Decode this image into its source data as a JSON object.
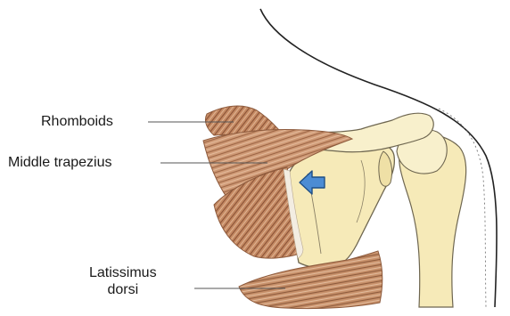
{
  "labels": {
    "rhomboids": "Rhomboids",
    "middle_trapezius": "Middle trapezius",
    "latissimus_line1": "Latissimus",
    "latissimus_line2": "dorsi"
  },
  "colors": {
    "bone": "#f6eab8",
    "bone_outline": "#6e6650",
    "muscle": "#c98f6a",
    "muscle_dark": "#8d5a3c",
    "arrow": "#4c8cd4",
    "leader_line": "#555555"
  }
}
